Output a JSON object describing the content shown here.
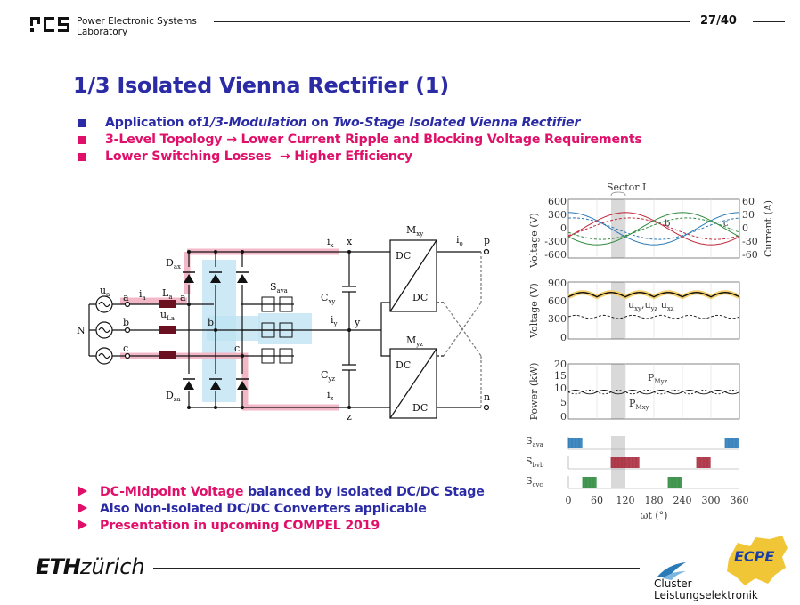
{
  "header": {
    "lab_line1": "Power Electronic Systems",
    "lab_line2": "Laboratory",
    "page": "27/40"
  },
  "title": "1/3 Isolated Vienna Rectifier (1)",
  "bullets": [
    {
      "a": "Application of ",
      "b": "1/3-Modulation",
      "c": " on ",
      "d": "Two-Stage Isolated Vienna Rectifier"
    },
    {
      "text": "3-Level Topology → Lower Current Ripple and Blocking Voltage Requirements"
    },
    {
      "text": "Lower Switching Losses  → Higher Efficiency"
    }
  ],
  "arrows": [
    {
      "pink": "DC-Midpoint Voltage",
      "blue": " balanced by Isolated DC/DC Stage"
    },
    {
      "text": "Also Non-Isolated DC/DC Converters applicable"
    },
    {
      "text": "Presentation in upcoming COMPEL 2019"
    }
  ],
  "circuit": {
    "N": "N",
    "ua": "u",
    "ua_sub": "a",
    "a": "a",
    "ia": "i",
    "ia_sub": "a",
    "La": "L",
    "La_sub": "a",
    "abar": "a",
    "uLa": "u",
    "uLa_sub": "La",
    "b": "b",
    "c": "c",
    "bbar": "b",
    "cbar": "c",
    "Dax": "D",
    "Dax_sub": "ax",
    "Dza": "D",
    "Dza_sub": "za",
    "Sava": "S",
    "Sava_sub": "ava",
    "ix": "i",
    "ix_sub": "x",
    "x": "x",
    "iy": "i",
    "iy_sub": "y",
    "y": "y",
    "iz": "i",
    "iz_sub": "z",
    "z": "z",
    "Cxy": "C",
    "Cxy_sub": "xy",
    "Cyz": "C",
    "Cyz_sub": "yz",
    "Mxy": "M",
    "Mxy_sub": "xy",
    "Myz": "M",
    "Myz_sub": "yz",
    "DC": "DC",
    "io": "i",
    "io_sub": "o",
    "p": "p",
    "n": "n"
  },
  "chart_data": [
    {
      "type": "line",
      "title": "Sector I",
      "ylabel": "Voltage (V)",
      "ylabel2": "Current (A)",
      "yticks": [
        "600",
        "300",
        "0",
        "-300",
        "-600"
      ],
      "yticks2": [
        "60",
        "30",
        "0",
        "-30",
        "-60"
      ],
      "ylim": [
        -600,
        600
      ],
      "ylim2": [
        -60,
        60
      ],
      "series_labels": [
        "a",
        "b",
        "c"
      ],
      "amplitude_v": 330,
      "amplitude_i": 22,
      "colors": [
        "#2a7ab8",
        "#c0283c",
        "#2f8a3e"
      ]
    },
    {
      "type": "line",
      "ylabel": "Voltage (V)",
      "yticks": [
        "900",
        "600",
        "300",
        "0"
      ],
      "ylim": [
        0,
        900
      ],
      "annotation": "u",
      "annotation_subs": [
        "xy",
        "yz",
        "xz"
      ],
      "uxz_mean": 700,
      "uxz_ripple": 70,
      "uxy_mean": 350,
      "uxy_ripple": 25
    },
    {
      "type": "line",
      "ylabel": "Power (kW)",
      "yticks": [
        "20",
        "15",
        "10",
        "5",
        "0"
      ],
      "ylim": [
        0,
        20
      ],
      "annotation_top": "P",
      "annotation_top_sub": "Myz",
      "annotation_bot": "P",
      "annotation_bot_sub": "Mxy",
      "p_mean": 9.8,
      "p_ripple": 0.7
    },
    {
      "type": "bar",
      "rows": [
        {
          "name": "S",
          "sub": "ava",
          "color": "#2a7ab8"
        },
        {
          "name": "S",
          "sub": "bvb",
          "color": "#a82a3c"
        },
        {
          "name": "S",
          "sub": "cvc",
          "color": "#2f8a3e"
        }
      ],
      "xlabel": "ωt (°)",
      "xticks": [
        "0",
        "60",
        "120",
        "180",
        "240",
        "300",
        "360"
      ],
      "xlim": [
        0,
        360
      ],
      "sector_deg": [
        90,
        120
      ]
    }
  ],
  "footer": {
    "eth_bold": "ETH",
    "eth_rest": "zürich",
    "cluster1": "Cluster",
    "cluster2": "Leistungselektronik",
    "ecpe": "ECPE"
  }
}
